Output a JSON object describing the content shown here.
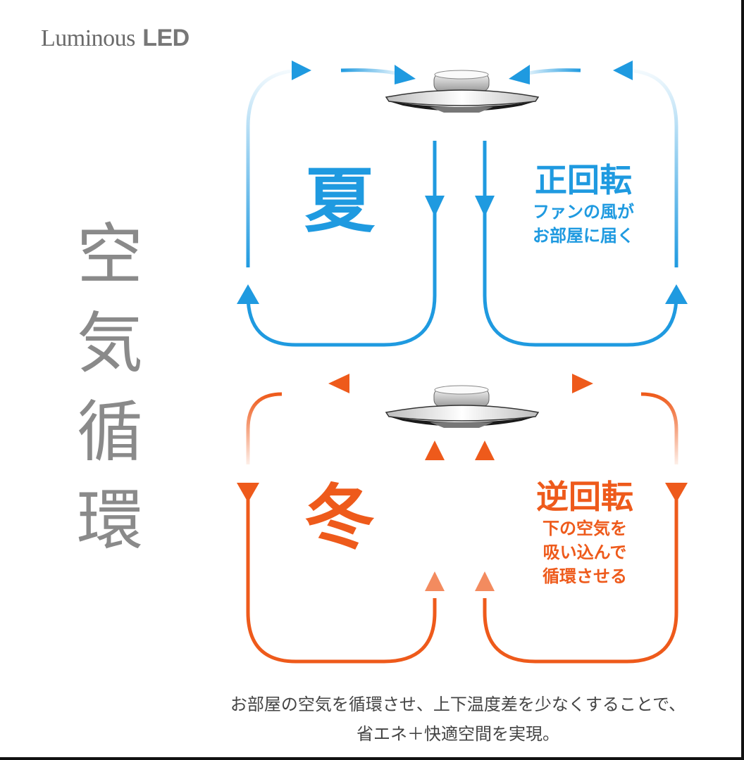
{
  "brand": {
    "part1": "Luminous",
    "part2": "LED"
  },
  "title_chars": [
    "空",
    "気",
    "循",
    "環"
  ],
  "summer": {
    "season": "夏",
    "mode": "正回転",
    "desc_lines": [
      "ファンの風が",
      "お部屋に届く"
    ],
    "color": "#1f9ae0"
  },
  "winter": {
    "season": "冬",
    "mode": "逆回転",
    "desc_lines": [
      "下の空気を",
      "吸い込んで",
      "循環させる"
    ],
    "color": "#ee5a1b"
  },
  "caption": {
    "line1": "お部屋の空気を循環させ、上下温度差を少なくすることで、",
    "line2": "省エネ＋快適空間を実現。"
  }
}
